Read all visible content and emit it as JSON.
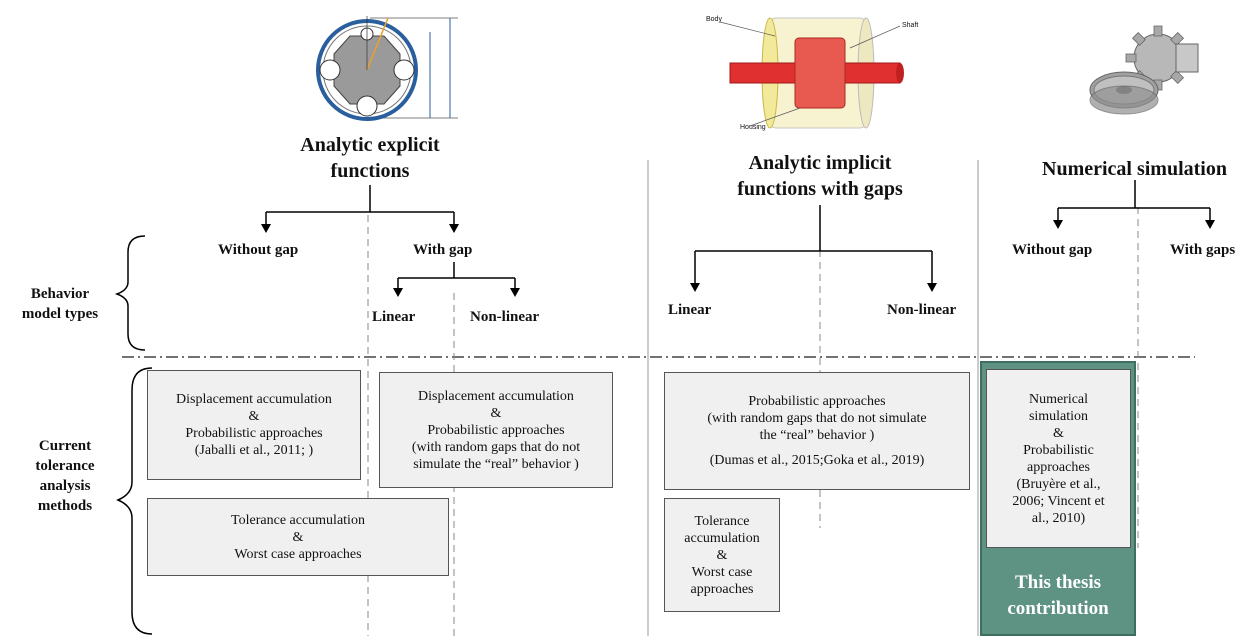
{
  "headers": {
    "explicit": [
      "Analytic explicit",
      "functions"
    ],
    "implicit": [
      "Analytic implicit",
      "functions with gaps"
    ],
    "numerical": "Numerical simulation"
  },
  "branches": {
    "explicit_without_gap": "Without gap",
    "explicit_with_gap": "With gap",
    "explicit_linear": "Linear",
    "explicit_nonlinear": "Non-linear",
    "implicit_linear": "Linear",
    "implicit_nonlinear": "Non-linear",
    "numerical_without_gap": "Without gap",
    "numerical_with_gaps": "With gaps"
  },
  "side_labels": {
    "behavior": [
      "Behavior",
      "model types"
    ],
    "methods": [
      "Current",
      "tolerance",
      "analysis",
      "methods"
    ]
  },
  "boxes": {
    "b1": [
      "Displacement accumulation",
      "&",
      "Probabilistic approaches",
      "(Jaballi et al., 2011; )"
    ],
    "b2": [
      "Displacement accumulation",
      "&",
      "Probabilistic approaches",
      "(with random gaps that do not",
      "simulate the “real” behavior )"
    ],
    "b3": [
      "Probabilistic approaches",
      "(with random gaps that do not simulate",
      "the “real” behavior )",
      "(Dumas et al., 2015;Goka et al., 2019)"
    ],
    "b4": [
      "Tolerance accumulation",
      "&",
      "Worst case approaches"
    ],
    "b5": [
      "Tolerance",
      "accumulation",
      "&",
      "Worst case",
      "approaches"
    ],
    "b6": [
      "Numerical",
      "simulation",
      "&",
      "Probabilistic",
      "approaches",
      "(Bruyère et al.,",
      "2006; Vincent et",
      "al., 2010)"
    ]
  },
  "thesis": [
    "This thesis",
    "contribution"
  ],
  "illustration_labels": {
    "body": "Body",
    "shaft": "Shaft",
    "housing": "Housing"
  },
  "colors": {
    "thesis_fill": "#5e9384",
    "box_fill": "#f0f0f0",
    "bearing_ring": "#2a5f9e",
    "cylinder_red": "#e83a3a",
    "cylinder_yellow": "#f2ea9a"
  }
}
